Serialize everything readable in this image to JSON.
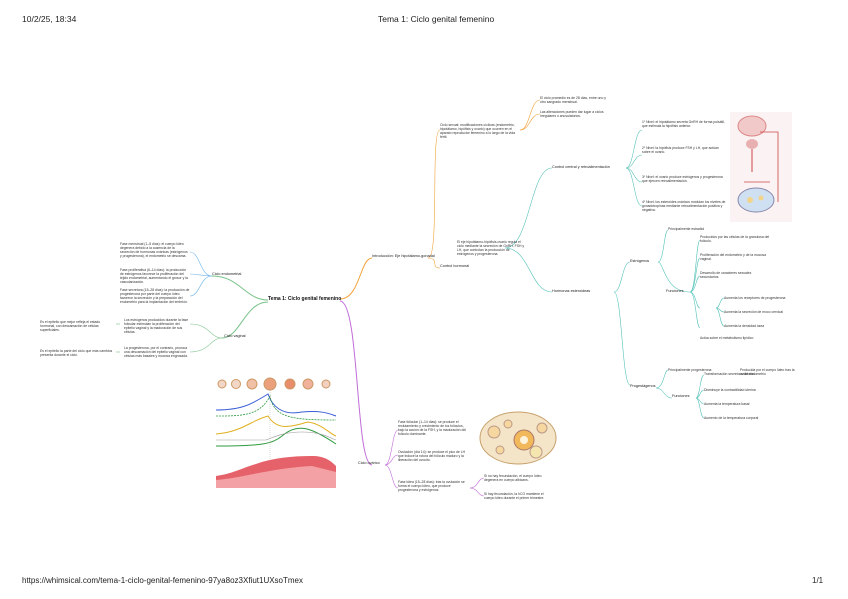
{
  "header": {
    "datetime": "10/2/25, 18:34",
    "title": "Tema 1: Ciclo genital femenino"
  },
  "footer": {
    "url": "https://whimsical.com/tema-1-ciclo-genital-femenino-97ya8oz3Xfiut1UXsoTmex",
    "page": "1/1"
  },
  "map": {
    "center": "Tema 1: Ciclo genital femenino",
    "left": {
      "endometrial": {
        "label": "Ciclo endometrial",
        "texts": [
          "Fase menstrual (1–5 días): el cuerpo lúteo degenera debido a la ausencia de la secreción de hormonas ováricas (estrógenos y progesterona), el endometrio se descama.",
          "Fase proliferativa (6–14 días): la producción de estrógenos favorece la proliferación del tejido endometrial, aumentando el grosor y la vascularización.",
          "Fase secretora (15–28 días): la producción de progesterona por parte del cuerpo lúteo favorece la secreción y la preparación del endometrio para la implantación del embrión."
        ]
      },
      "vaginal": {
        "label": "Ciclo vaginal",
        "texts": [
          "Los estrógenos producidos durante la fase folicular estimulan la proliferación del epitelio vaginal y la maduración de sus células.",
          "La progesterona, por el contrario, provoca una descamación del epitelio vaginal con células más basales y mucosa engrosada."
        ],
        "side_notes": [
          "Es el epitelio que mejor refleja el estado hormonal, con descamación de células superficiales.",
          "Es el epitelio la parte del ciclo que más cambios presenta durante el ciclo."
        ]
      }
    },
    "right": {
      "intro": {
        "label": "Introducción: Eje hipotálamo-gonadal",
        "text": "Ciclo sexual: modificaciones cíclicas (endometrio, hipotálamo, hipófisis y ovario) que ocurren en el aparato reproductor femenino a lo largo de la vida fértil.",
        "notes": [
          "El ciclo promedio es de 28 días, entre uno y otro sangrado menstrual.",
          "Las alteraciones pueden dar lugar a ciclos irregulares o anovulatorios."
        ]
      },
      "hormonal": {
        "label": "Control hormonal",
        "text": "El eje hipotálamo-hipófisis-ovario regula el ciclo mediante la secreción de GnRH, FSH y LH, que controlan la producción de estrógenos y progesterona.",
        "central": {
          "label": "Control central y retroalimentación",
          "texts": [
            "1º Nivel: el hipotálamo secreta GnRH de forma pulsátil, que estimula la hipófisis anterior.",
            "2º Nivel: la hipófisis produce FSH y LH, que actúan sobre el ovario.",
            "3º Nivel: el ovario produce estrógenos y progesterona que ejercen retroalimentación.",
            "4º Nivel: los esteroides ováricos modulan los niveles de gonadotropinas mediante retroalimentación positiva y negativa."
          ]
        },
        "steroids": {
          "label": "Hormonas esteroideas",
          "estrogens": {
            "label": "Estrógenos",
            "items": [
              "Principalmente estradiol",
              "Producidos por las células de la granulosa del folículo.",
              "Proliferación del endometrio y de la mucosa vaginal.",
              "Desarrollo de caracteres sexuales secundarios."
            ],
            "functions_label": "Funciones",
            "functions": [
              "Aumenta los receptores de progesterona",
              "Aumenta la secreción de moco cervical",
              "Aumenta la densidad ósea",
              "Actúa sobre el metabolismo lipídico"
            ]
          },
          "progestogens": {
            "label": "Progestágenos",
            "items": [
              "Principalmente progesterona",
              "Producida por el cuerpo lúteo tras la ovulación."
            ],
            "functions_label": "Funciones",
            "functions": [
              "Transformación secretora del endometrio",
              "Disminuye la contractilidad uterina",
              "Aumenta la temperatura basal",
              "Aumento de la temperatura corporal"
            ]
          }
        }
      },
      "ovarian": {
        "label": "Ciclo ovárico",
        "texts": [
          "Fase folicular (1–14 días): se produce el reclutamiento y crecimiento de los folículos, bajo la acción de la FSH, y la maduración del folículo dominante.",
          "Ovulación (día 14): se produce el pico de LH que induce la rotura del folículo maduro y la liberación del ovocito.",
          "Fase lútea (15–28 días): tras la ovulación se forma el cuerpo lúteo, que produce progesterona y estrógenos."
        ],
        "notes": [
          "Si no hay fecundación, el cuerpo lúteo degenera en cuerpo albicans.",
          "Si hay fecundación, la hCG mantiene el cuerpo lúteo durante el primer trimestre."
        ]
      }
    }
  },
  "colors": {
    "blue": "#6fb5e8",
    "green": "#79c28a",
    "orange": "#f2a23a",
    "teal": "#55c1b8",
    "purple": "#c06bd8"
  }
}
